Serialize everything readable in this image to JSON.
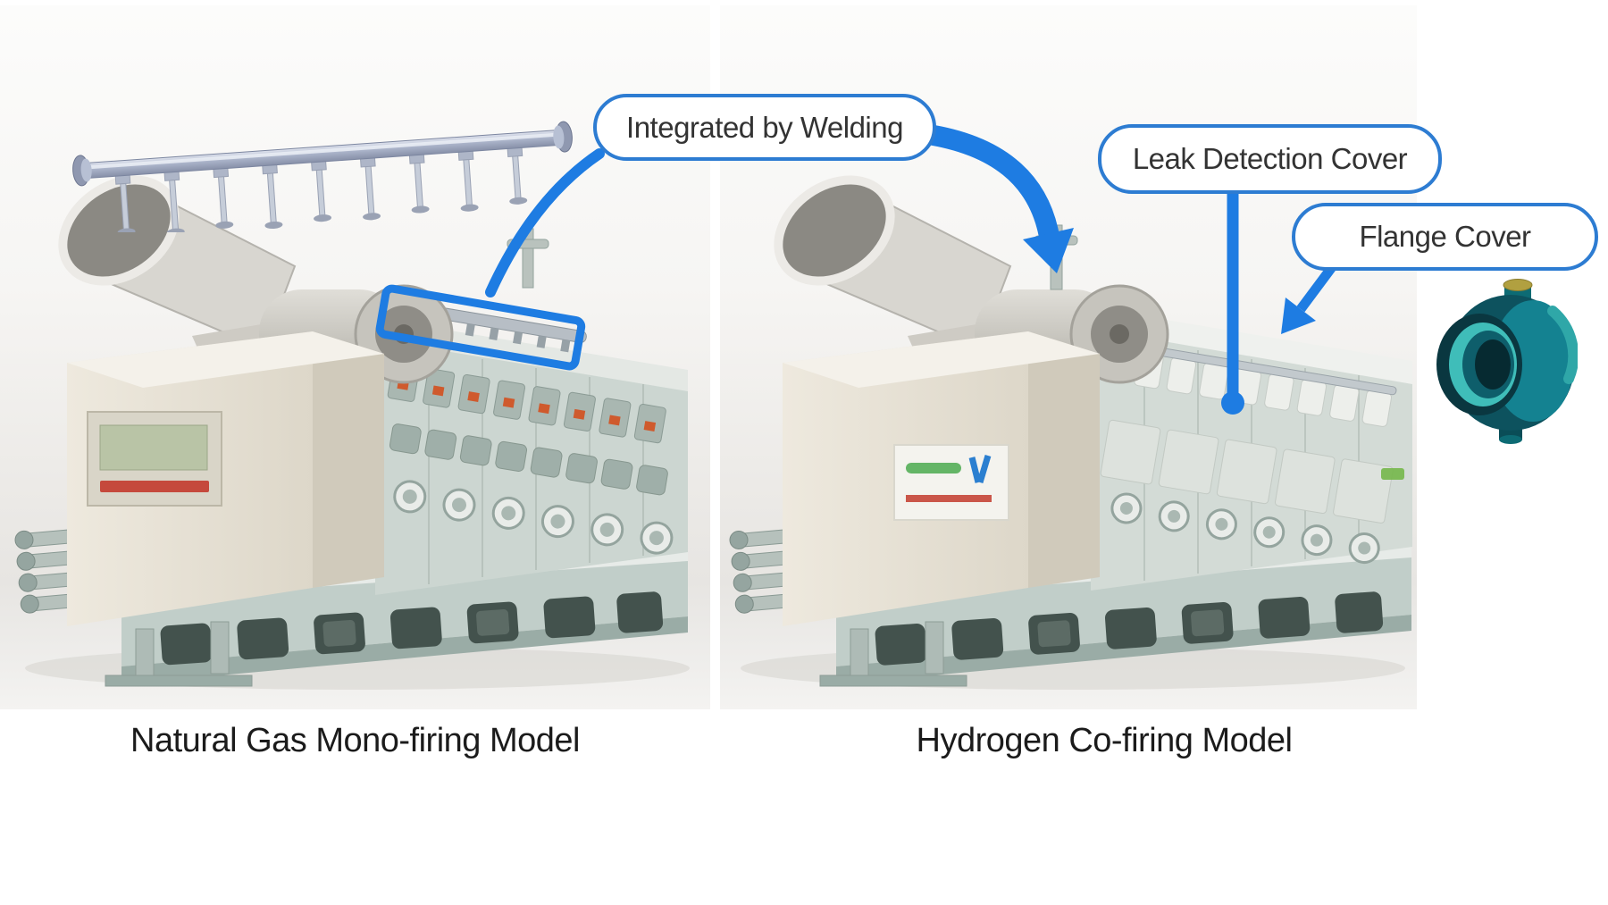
{
  "panels": {
    "left": {
      "caption": "Natural Gas Mono-firing Model"
    },
    "right": {
      "caption": "Hydrogen Co-firing Model"
    }
  },
  "callouts": {
    "welding": {
      "label": "Integrated by Welding"
    },
    "leak": {
      "label": "Leak Detection Cover"
    },
    "flange": {
      "label": "Flange Cover"
    }
  },
  "colors": {
    "annotation_blue": "#1e7ce2",
    "callout_border": "#2d7cd2",
    "callout_text": "#333333",
    "caption_text": "#1b1b1b",
    "flange_part_teal": "#12808a",
    "flange_part_cap_yellow": "#b1a040"
  }
}
